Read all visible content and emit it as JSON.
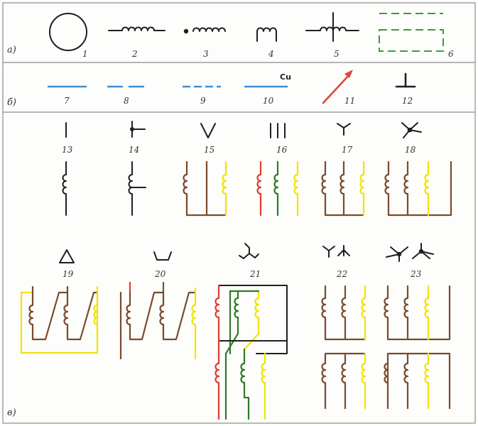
{
  "row_labels": {
    "a": "а)",
    "b": "б)",
    "c": "в)"
  },
  "numbers": [
    "1",
    "2",
    "3",
    "4",
    "5",
    "6",
    "7",
    "8",
    "9",
    "10",
    "11",
    "12",
    "13",
    "14",
    "15",
    "16",
    "17",
    "18",
    "19",
    "20",
    "21",
    "22",
    "23"
  ],
  "wire_material_label": "Cu",
  "colors": {
    "black": "#1f1f1f",
    "brown": "#7a4a2a",
    "yellow": "#f2e300",
    "red": "#e23c2f",
    "green": "#2e7a27",
    "blue": "#3c8fd6",
    "arrow": "#e0463a",
    "dashed_green": "#3f9a36"
  }
}
